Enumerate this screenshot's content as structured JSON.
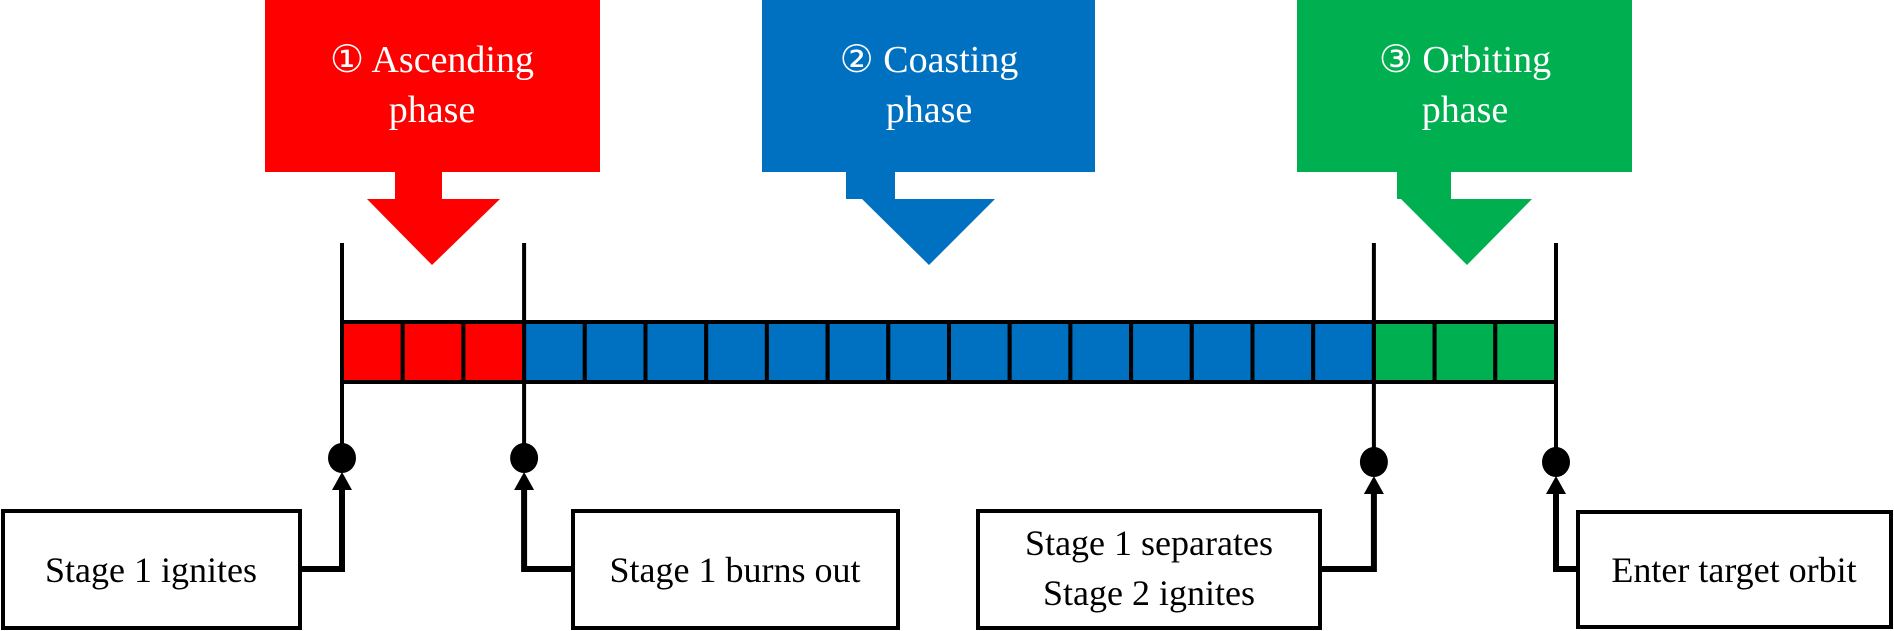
{
  "diagram": {
    "title": "",
    "colors": {
      "ascending": "#ff0000",
      "coasting": "#0070c0",
      "orbiting": "#00b050",
      "line": "#000000",
      "text_on_phase": "#ffffff"
    },
    "phases": [
      {
        "id": "ascending",
        "number_symbol": "①",
        "line1": "① Ascending",
        "line2": "phase",
        "cells": 3
      },
      {
        "id": "coasting",
        "number_symbol": "②",
        "line1": "② Coasting",
        "line2": "phase",
        "cells": 14
      },
      {
        "id": "orbiting",
        "number_symbol": "③",
        "line1": "③ Orbiting",
        "line2": "phase",
        "cells": 3
      }
    ],
    "timeline": {
      "total_cells": 20
    },
    "events": [
      {
        "id": "stage1-ignites",
        "lines": [
          "Stage 1 ignites"
        ],
        "at_cell_boundary": 0,
        "icon": "marker-dot-icon"
      },
      {
        "id": "stage1-burns-out",
        "lines": [
          "Stage 1 burns out"
        ],
        "at_cell_boundary": 3,
        "icon": "marker-dot-icon"
      },
      {
        "id": "stage1-separates-stage2-ignites",
        "lines": [
          "Stage 1 separates",
          "Stage 2 ignites"
        ],
        "at_cell_boundary": 17,
        "icon": "marker-dot-icon"
      },
      {
        "id": "enter-target-orbit",
        "lines": [
          "Enter target orbit"
        ],
        "at_cell_boundary": 20,
        "icon": "marker-dot-icon"
      }
    ]
  }
}
